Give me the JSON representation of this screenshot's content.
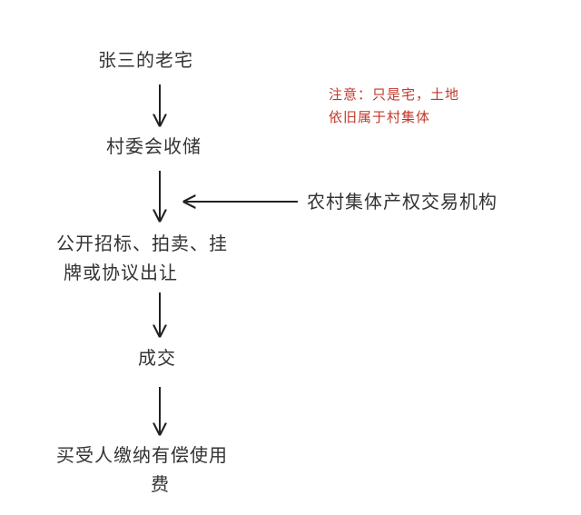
{
  "flow": {
    "step1": "张三的老宅",
    "step2": "村委会收储",
    "step3_line1": "公开招标、拍卖、挂",
    "step3_line2": "牌或协议出让",
    "step4": "成交",
    "step5_line1": "买受人缴纳有偿使用",
    "step5_line2": "费"
  },
  "side_input": "农村集体产权交易机构",
  "note": {
    "line1": "注意：只是宅，土地",
    "line2": "依旧属于村集体"
  },
  "colors": {
    "text": "#333333",
    "note": "#c0392b",
    "arrow": "#222222"
  }
}
